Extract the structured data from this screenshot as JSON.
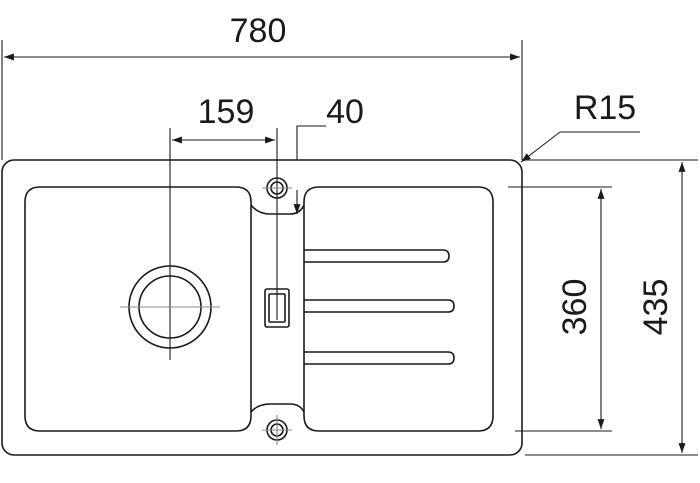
{
  "drawing": {
    "type": "sink technical drawing",
    "dimensions": {
      "overall_width": "780",
      "overall_depth": "435",
      "bowl_depth": "360",
      "bowl_center_offset": "159",
      "tap_hole_offset": "40",
      "corner_radius": "R15"
    },
    "colors": {
      "line": "#1a1a1a",
      "center_line": "#8a8a8a",
      "background": "#ffffff"
    }
  }
}
